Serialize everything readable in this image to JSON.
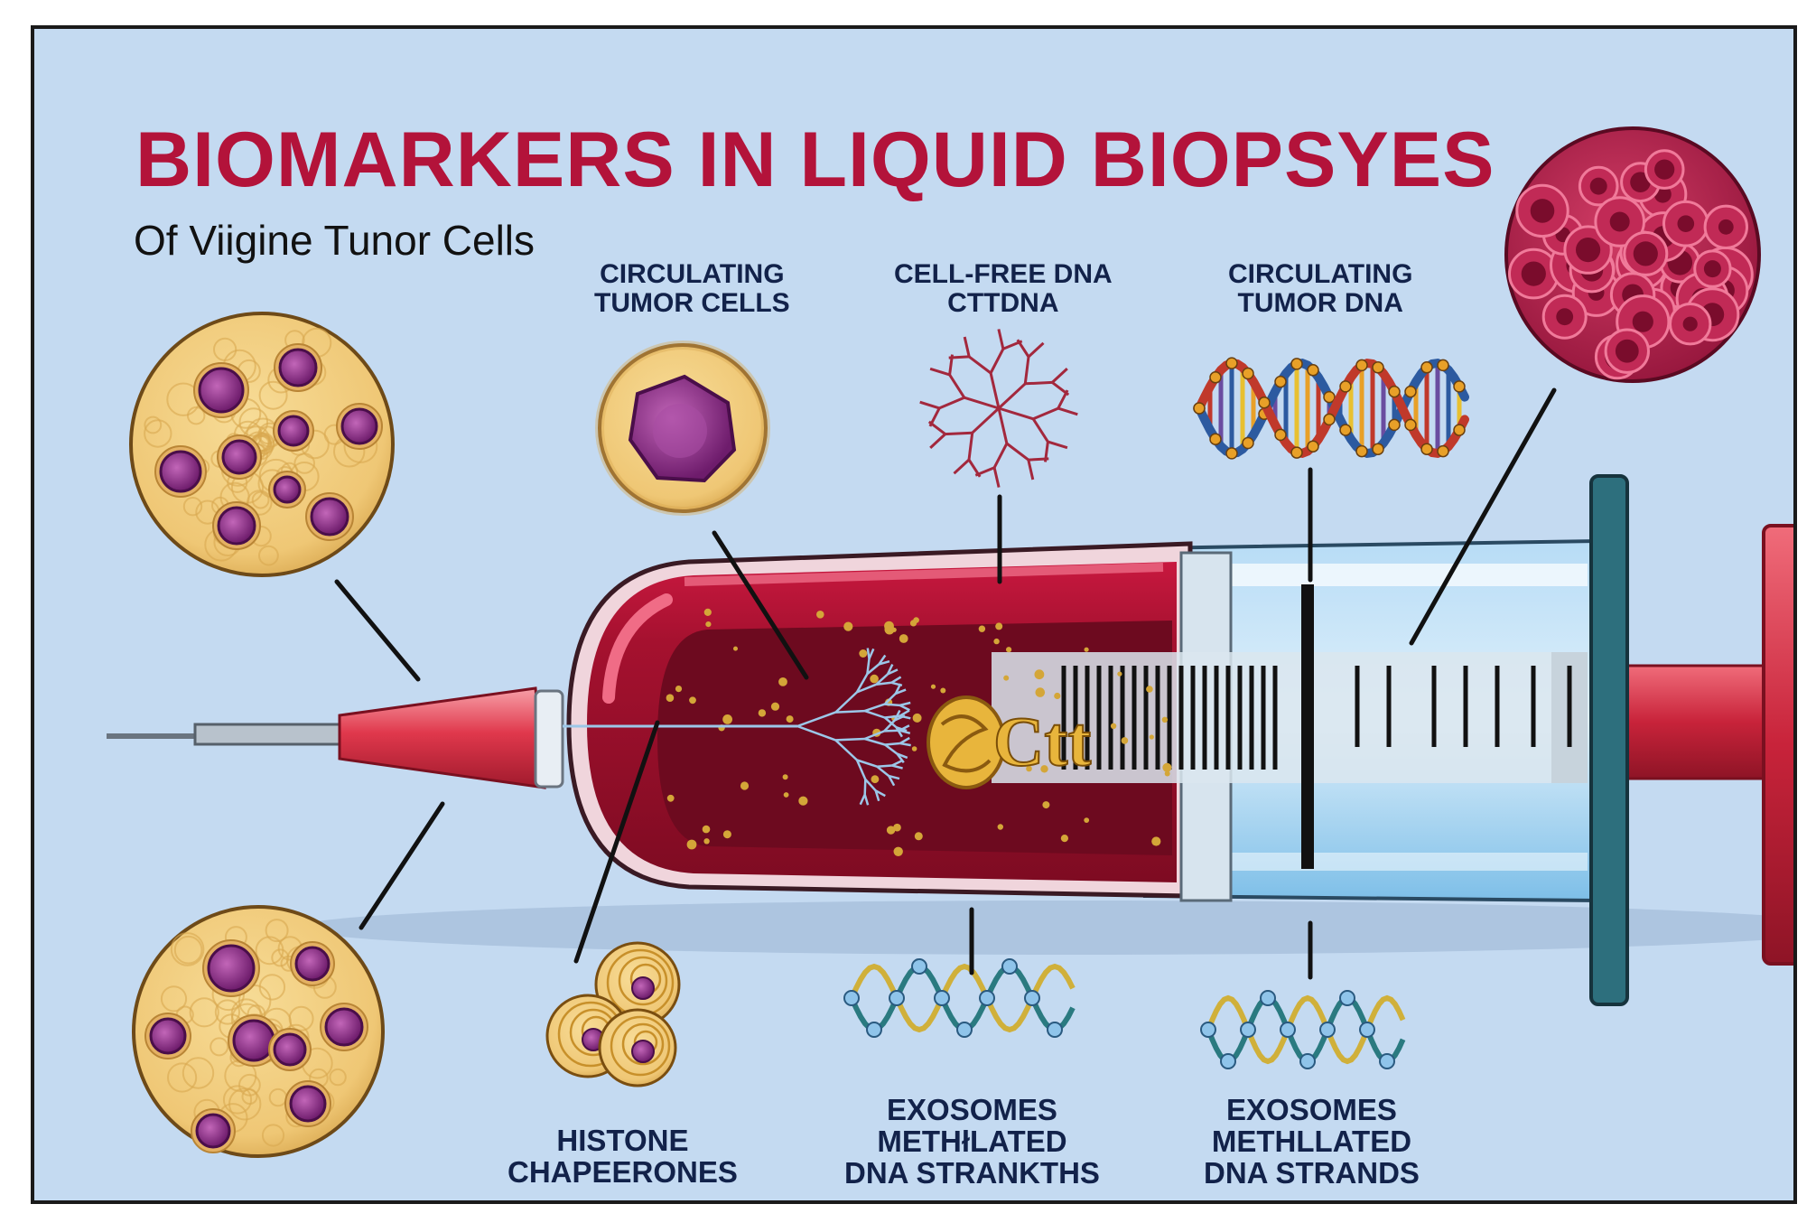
{
  "title": "BIOMARKERS IN LIQUID BIOPSYES",
  "subtitle": "Of Viigine Tunor Cells",
  "syringe_text": "Ctt",
  "labels": {
    "ctc": [
      "CIRCULATING",
      "TUMOR CELLS"
    ],
    "cfdna": [
      "CELL-FREE DNA",
      "CTTDNA"
    ],
    "ctdna": [
      "CIRCULATING",
      "TUMOR DNA"
    ],
    "histone": [
      "HISTONE",
      "CHAPEERONES"
    ],
    "exo1": [
      "EXOSOMES",
      "METHłLATED",
      "DNA STRANKTHS"
    ],
    "exo2": [
      "EXOSOMES",
      "METHLLATED",
      "DNA STRANDS"
    ]
  },
  "colors": {
    "background": "#c4daf1",
    "title": "#b3133a",
    "label": "#12224a",
    "blood": "#8e0f2c",
    "cell": "#f0cd7c",
    "nucleus": "#8b2c86",
    "tumor": "#b5224d"
  }
}
